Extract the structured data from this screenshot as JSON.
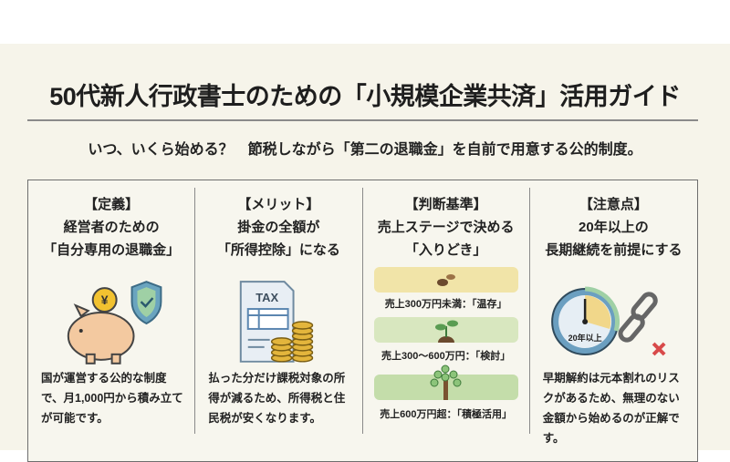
{
  "title": "50代新人行政書士のための「小規模企業共済」活用ガイド",
  "subtitle": "いつ、いくら始める？　節税しながら「第二の退職金」を自前で用意する公的制度。",
  "columns": [
    {
      "tag": "【定義】",
      "line1": "経営者のための",
      "line2": "「自分専用の退職金」",
      "body": "国が運営する公的な制度で、月1,000円から積み立てが可能です。"
    },
    {
      "tag": "【メリット】",
      "line1": "掛金の全額が",
      "line2": "「所得控除」になる",
      "icon_text": "TAX",
      "body": "払った分だけ課税対象の所得が減るため、所得税と住民税が安くなります。"
    },
    {
      "tag": "【判断基準】",
      "line1": "売上ステージで決める",
      "line2": "「入りどき」",
      "stages": [
        {
          "label": "売上300万円未満：「温存」",
          "color": "#f1e4a8"
        },
        {
          "label": "売上300〜600万円：「検討」",
          "color": "#d8e7bf"
        },
        {
          "label": "売上600万円超：「積極活用」",
          "color": "#c4ddaa"
        }
      ]
    },
    {
      "tag": "【注意点】",
      "line1": "20年以上の",
      "line2": "長期継続を前提にする",
      "icon_text": "20年以上",
      "body": "早期解約は元本割れのリスクがあるため、無理のない金額から始めるのが正解です。"
    }
  ]
}
